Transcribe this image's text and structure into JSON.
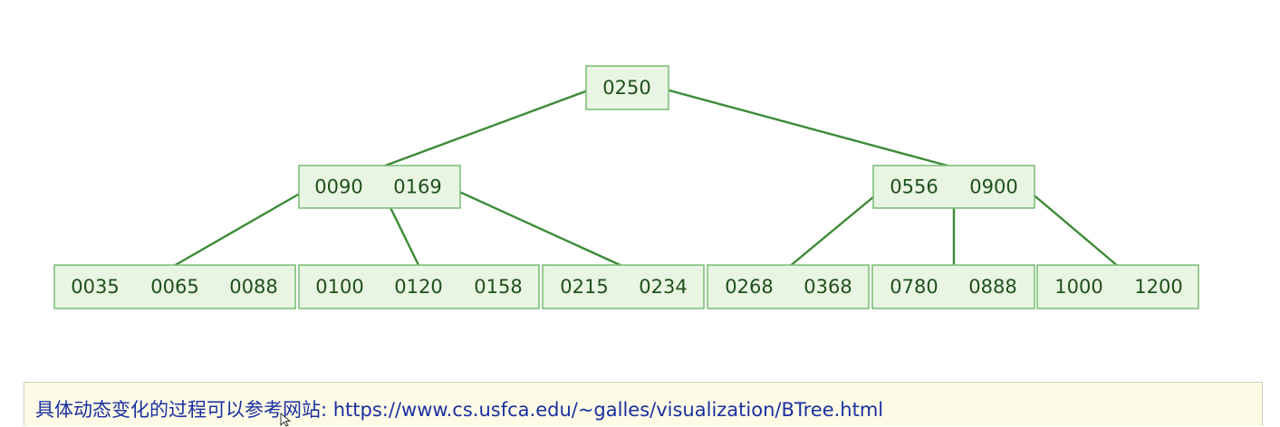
{
  "tree": {
    "root": {
      "id": "n-root",
      "keys": [
        "0250"
      ]
    },
    "internal": [
      {
        "id": "n-left",
        "keys": [
          "0090",
          "0169"
        ]
      },
      {
        "id": "n-right",
        "keys": [
          "0556",
          "0900"
        ]
      }
    ],
    "leaves": [
      {
        "id": "leaf-1",
        "keys": [
          "0035",
          "0065",
          "0088"
        ]
      },
      {
        "id": "leaf-2",
        "keys": [
          "0100",
          "0120",
          "0158"
        ]
      },
      {
        "id": "leaf-3",
        "keys": [
          "0215",
          "0234"
        ]
      },
      {
        "id": "leaf-4",
        "keys": [
          "0268",
          "0368"
        ]
      },
      {
        "id": "leaf-5",
        "keys": [
          "0780",
          "0888"
        ]
      },
      {
        "id": "leaf-6",
        "keys": [
          "1000",
          "1200"
        ]
      }
    ],
    "colors": {
      "node_fill": "#e9f5e3",
      "node_border": "#7fbf7b",
      "edge": "#3d8b37",
      "key_text": "#1f4f1c"
    }
  },
  "note": {
    "text": "具体动态变化的过程可以参考网站: https://www.cs.usfca.edu/~galles/visualization/BTree.html",
    "background": "#fdfbe6",
    "text_color": "#1a2fa0"
  },
  "pointer": {
    "icon": "mouse-cursor-icon"
  }
}
